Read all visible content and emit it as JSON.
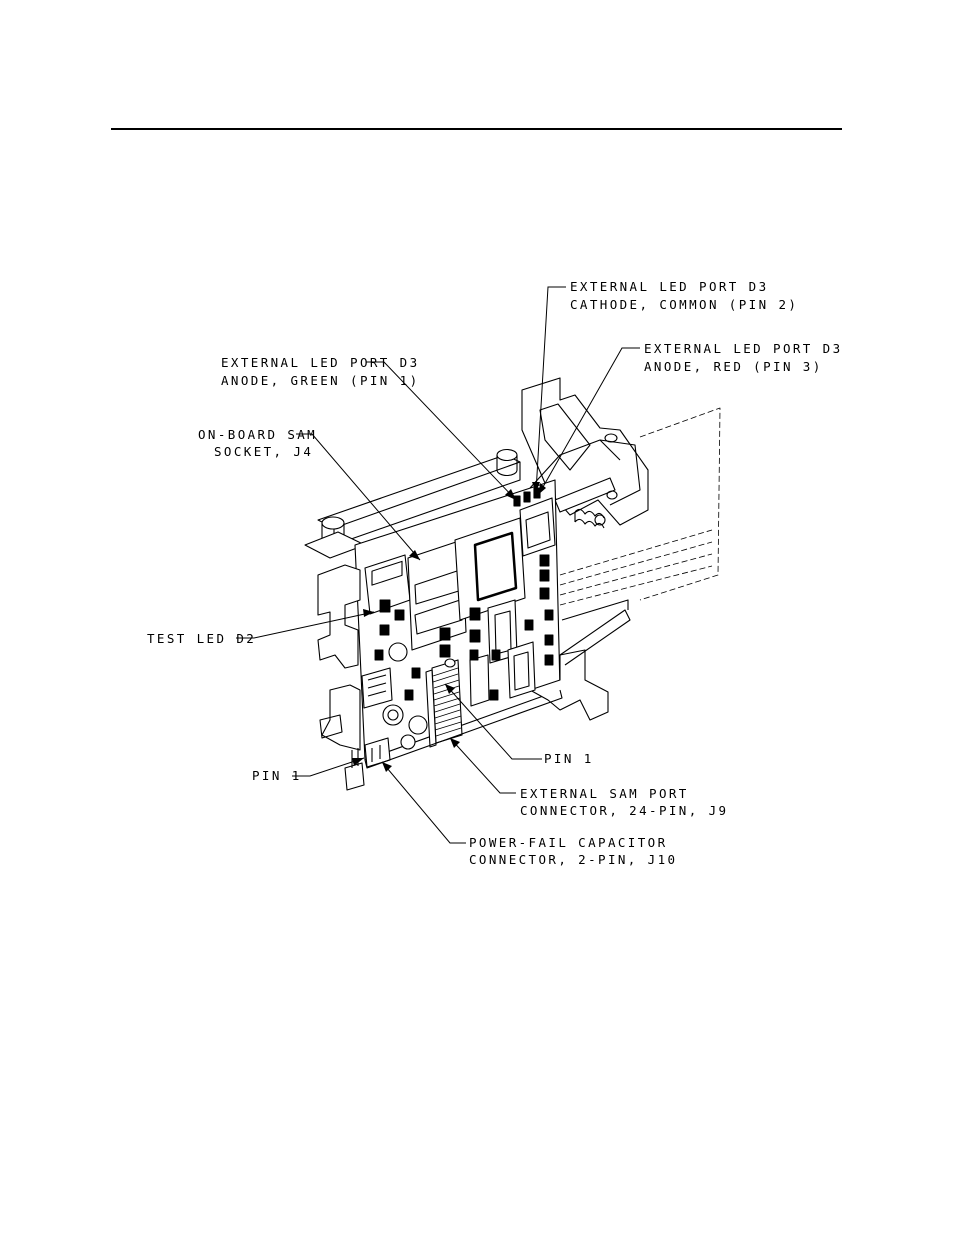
{
  "labels": {
    "d3_cathode": [
      "EXTERNAL LED PORT D3",
      "CATHODE, COMMON (PIN 2)"
    ],
    "d3_red": [
      "EXTERNAL LED PORT D3",
      "ANODE, RED (PIN 3)"
    ],
    "d3_green": [
      "EXTERNAL LED PORT D3",
      "ANODE, GREEN (PIN 1)"
    ],
    "sam_socket": [
      "ON-BOARD SAM",
      "SOCKET, J4"
    ],
    "test_led": [
      "TEST LED D2"
    ],
    "pin1_right": [
      "PIN 1"
    ],
    "pin1_left": [
      "PIN 1"
    ],
    "sam_port": [
      "EXTERNAL SAM PORT",
      "CONNECTOR, 24-PIN, J9"
    ],
    "power_fail": [
      "POWER-FAIL CAPACITOR",
      "CONNECTOR, 2-PIN, J10"
    ]
  }
}
